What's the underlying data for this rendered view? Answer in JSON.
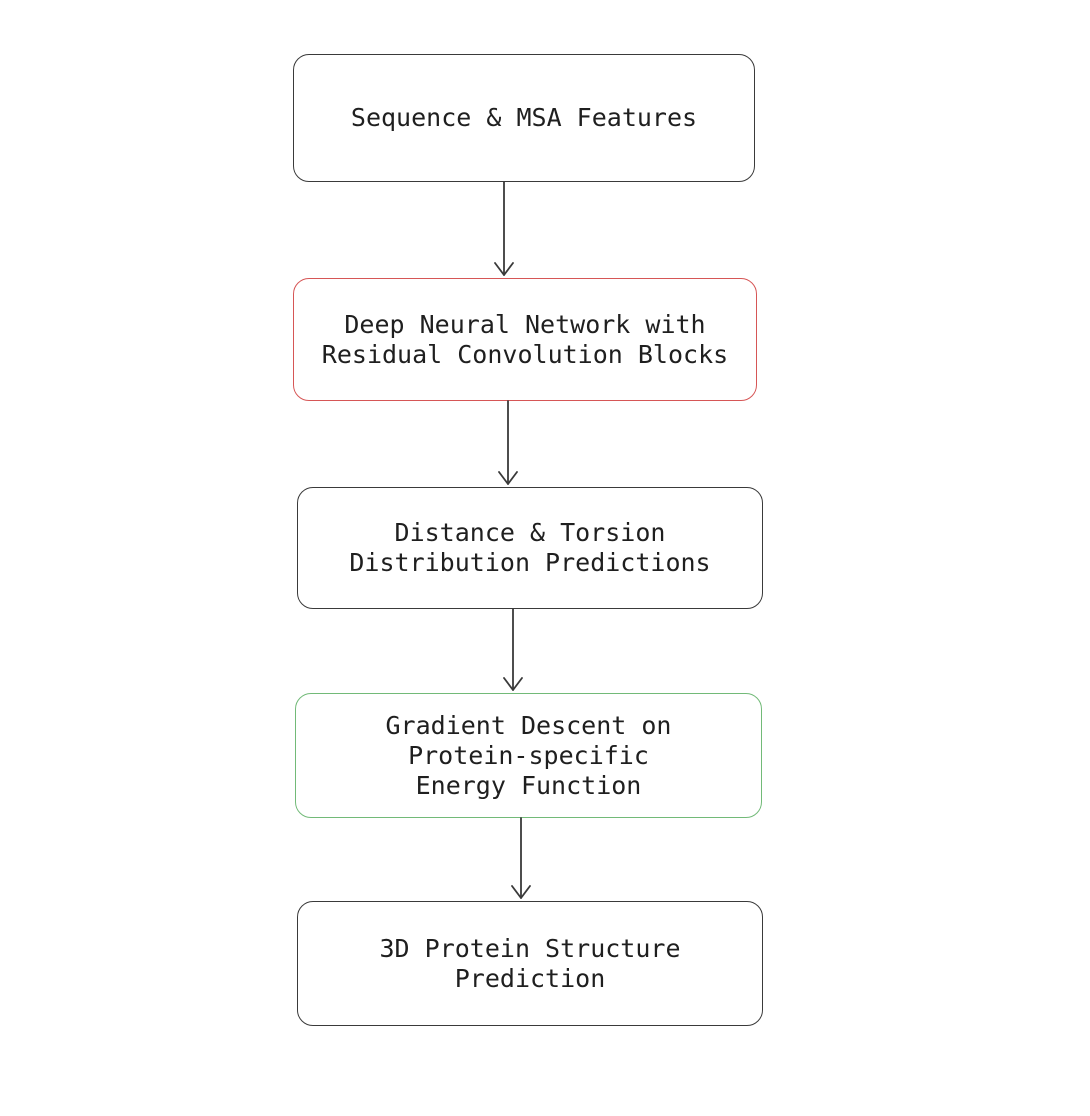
{
  "diagram": {
    "type": "flowchart",
    "direction": "top-down",
    "nodes": [
      {
        "id": "sequence-msa-features",
        "text": "Sequence & MSA Features",
        "border_color": "#3a3a3a"
      },
      {
        "id": "deep-neural-network",
        "text": "Deep Neural Network with\nResidual Convolution Blocks",
        "border_color": "#d65656"
      },
      {
        "id": "distance-torsion-predictions",
        "text": "Distance & Torsion\nDistribution Predictions",
        "border_color": "#3a3a3a"
      },
      {
        "id": "gradient-descent-energy-function",
        "text": "Gradient Descent on\nProtein-specific\nEnergy Function",
        "border_color": "#72ba78"
      },
      {
        "id": "protein-structure-prediction",
        "text": "3D Protein Structure\nPrediction",
        "border_color": "#3a3a3a"
      }
    ],
    "edges": [
      {
        "from": "sequence-msa-features",
        "to": "deep-neural-network"
      },
      {
        "from": "deep-neural-network",
        "to": "distance-torsion-predictions"
      },
      {
        "from": "distance-torsion-predictions",
        "to": "gradient-descent-energy-function"
      },
      {
        "from": "gradient-descent-energy-function",
        "to": "protein-structure-prediction"
      }
    ],
    "colors": {
      "background": "#ffffff",
      "text": "#1f1f1f",
      "node_border_default": "#3a3a3a",
      "node_border_red": "#d65656",
      "node_border_green": "#72ba78",
      "arrow": "#3a3a3a"
    }
  }
}
